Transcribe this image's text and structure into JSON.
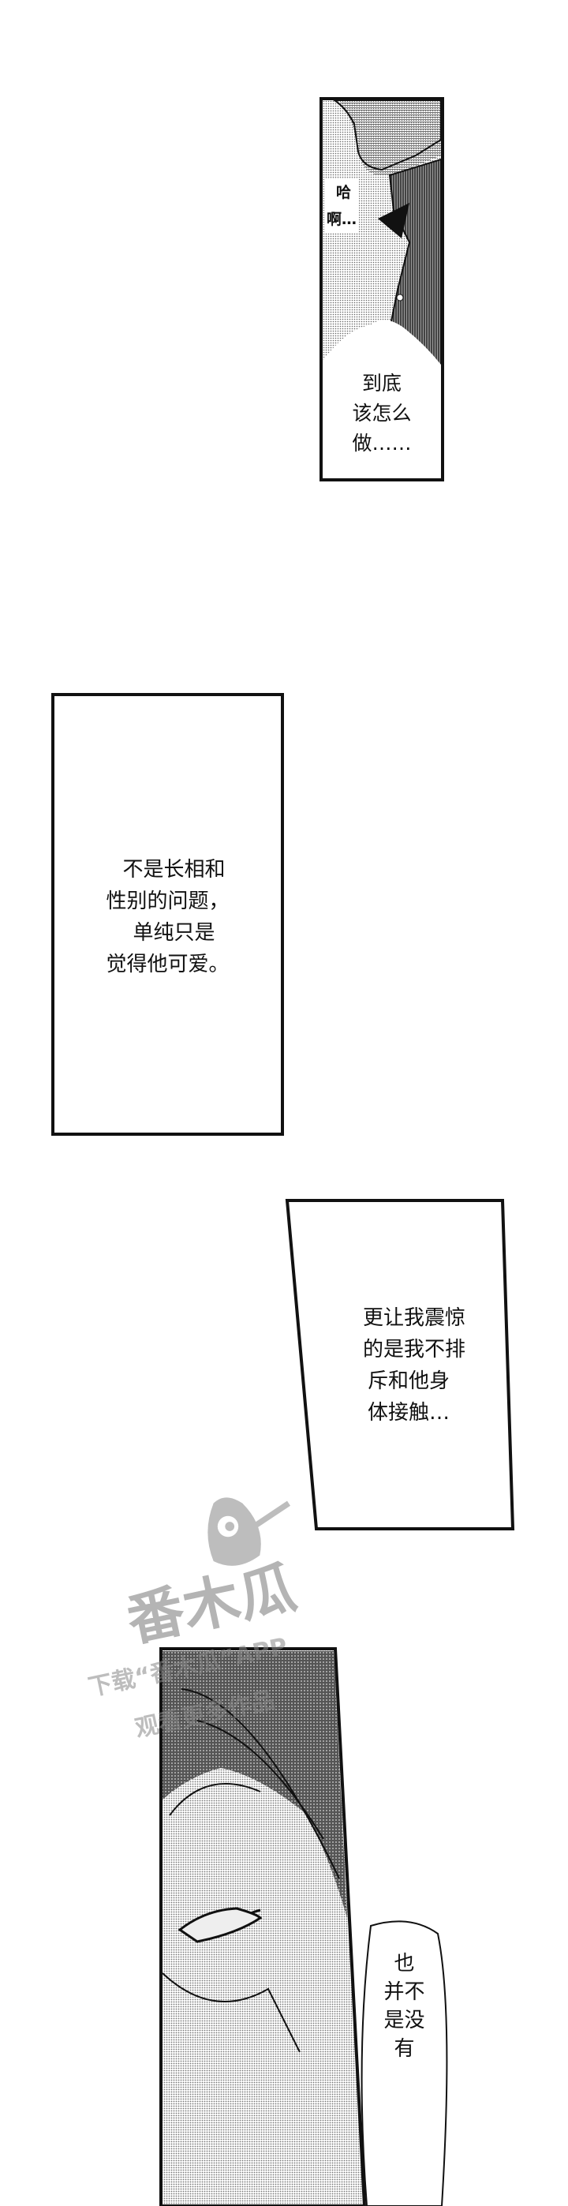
{
  "panels": [
    {
      "id": "panel-1",
      "sfx": [
        "哈",
        "啊…"
      ],
      "caption": [
        "到底",
        "该怎么",
        "做……"
      ]
    },
    {
      "id": "panel-2",
      "caption": [
        "不是长相和",
        "性别的问题，",
        "单纯只是",
        "觉得他可爱。"
      ]
    },
    {
      "id": "panel-3",
      "caption": [
        "更让我震惊",
        "的是我不排",
        "斥和他身",
        "体接触…"
      ]
    },
    {
      "id": "panel-4",
      "speech": [
        "也",
        "并不",
        "是没",
        "有"
      ]
    }
  ],
  "watermark": {
    "logo_text": "番木瓜",
    "line1": "下载“番木瓜”APP",
    "line2": "观看更多作品"
  }
}
